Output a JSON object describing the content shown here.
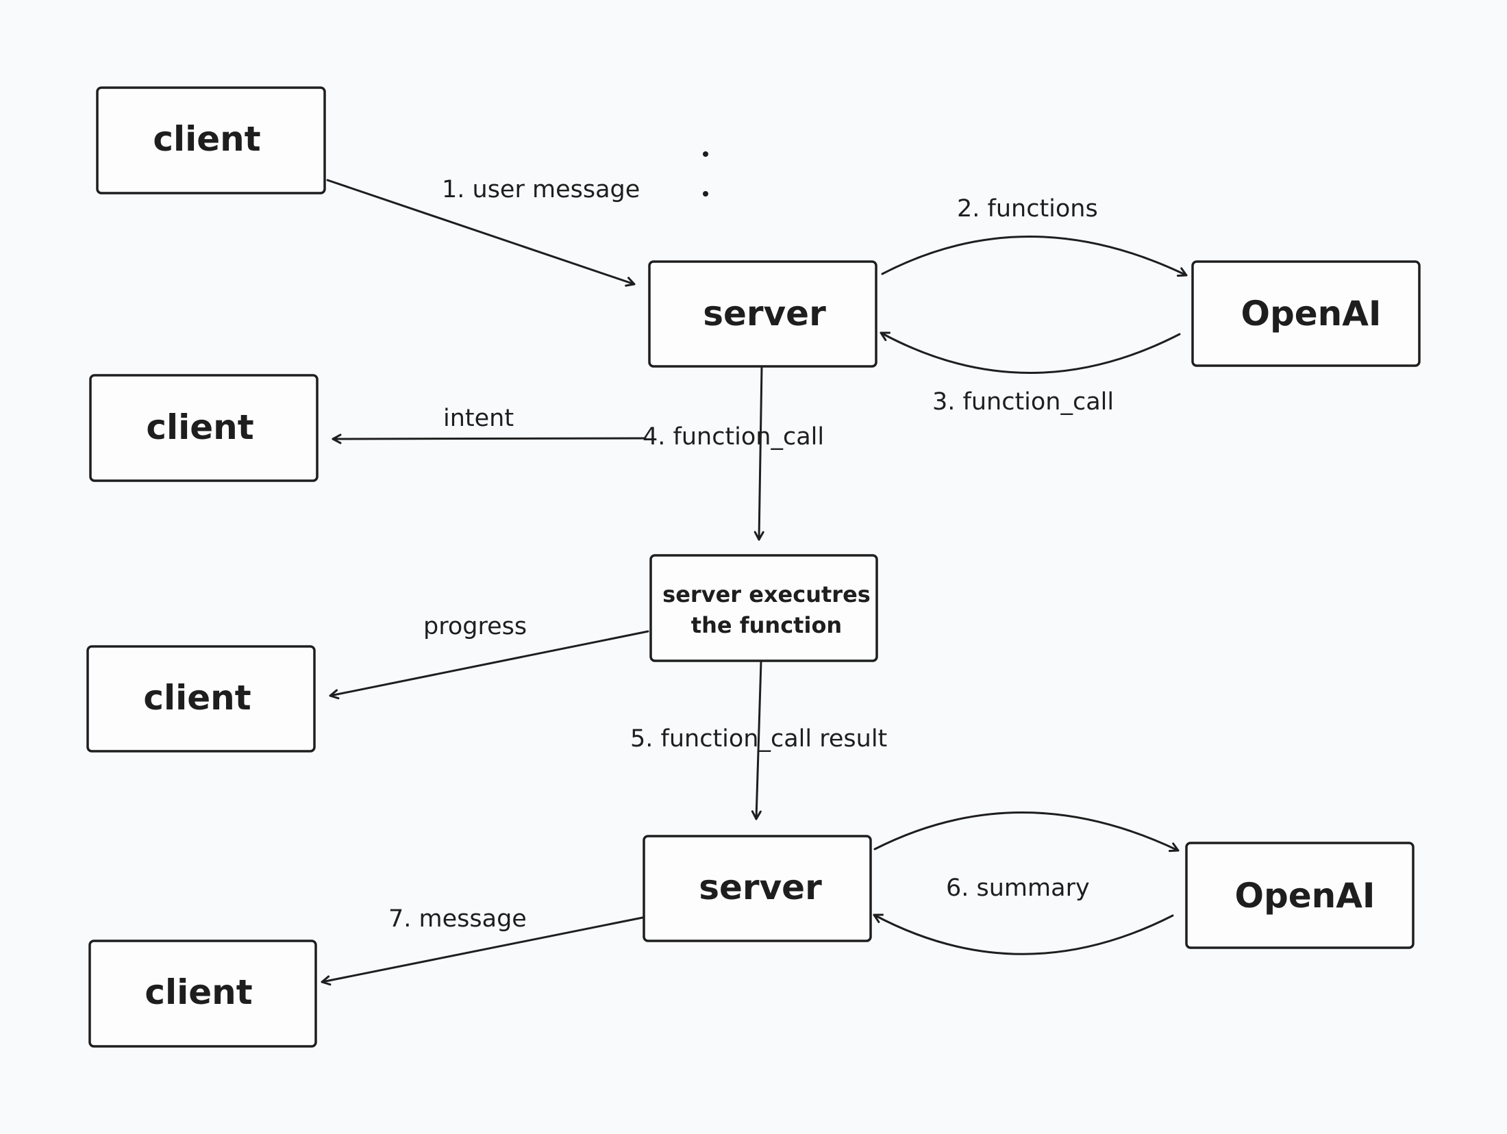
{
  "nodes": {
    "client_1": "client",
    "client_2": "client",
    "client_3": "client",
    "client_4": "client",
    "server_1": "server",
    "server_2": "server",
    "openai_1": "OpenAI",
    "openai_2": "OpenAI",
    "executor_line1": "server executres",
    "executor_line2": "the function"
  },
  "edges": {
    "user_message": "1. user message",
    "functions": "2. functions",
    "function_call_return": "3. function_call",
    "intent": "intent",
    "function_call_down": "4. function_call",
    "progress": "progress",
    "function_call_result": "5. function_call result",
    "summary": "6. summary",
    "message": "7. message"
  }
}
